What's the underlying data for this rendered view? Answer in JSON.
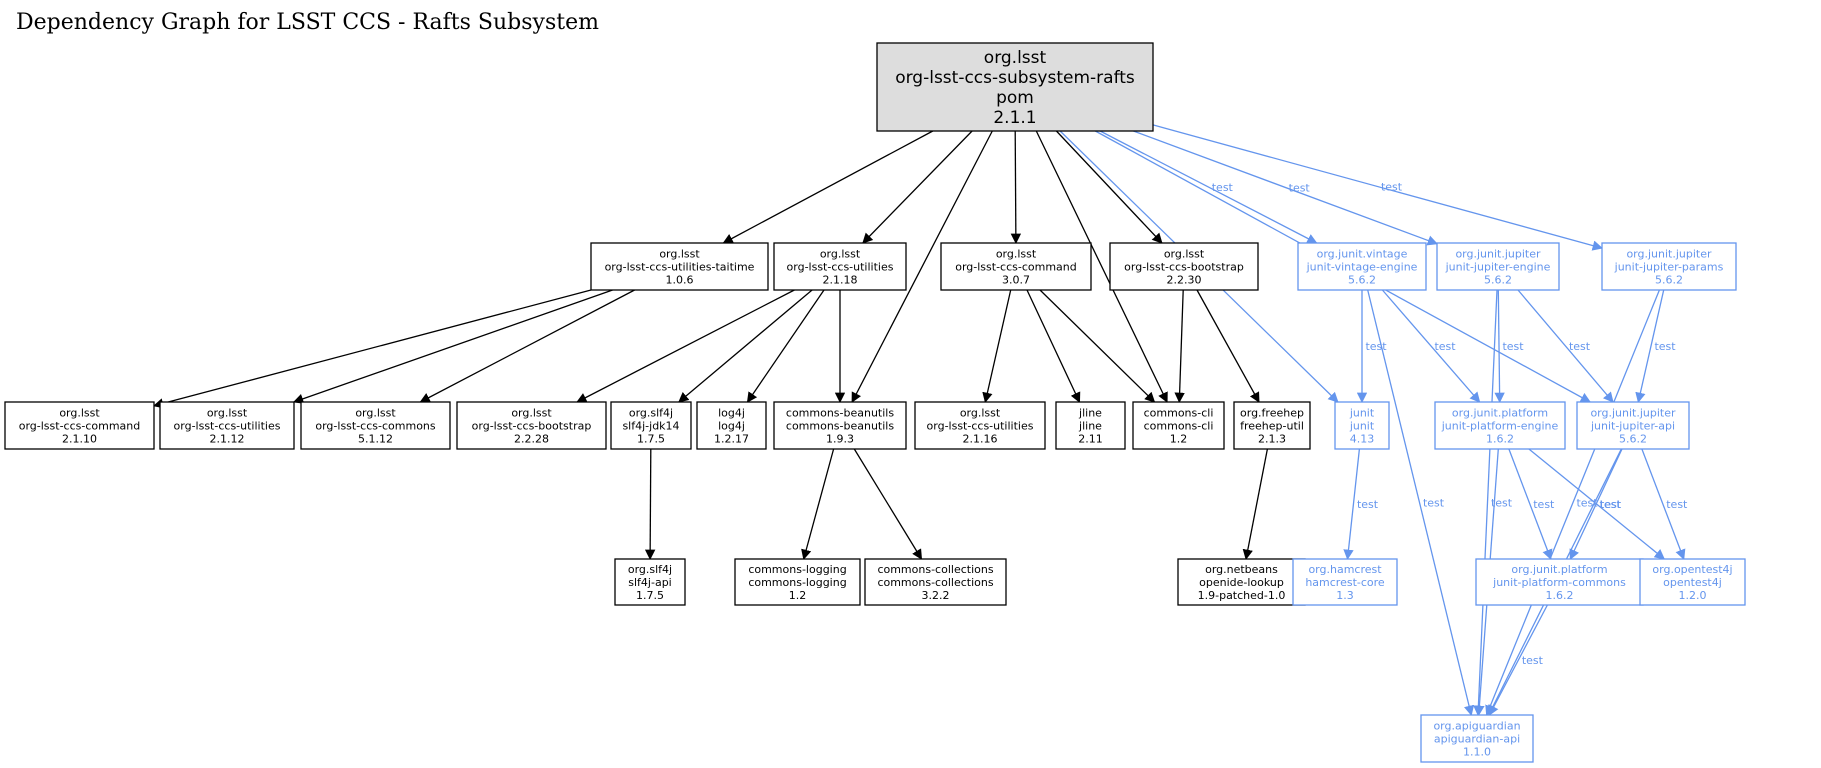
{
  "title": "Dependency Graph for LSST CCS - Rafts Subsystem",
  "colors": {
    "dependency": "#000000",
    "test": "#6495ed",
    "root_fill": "#dddddd"
  },
  "nodes": [
    {
      "id": "root",
      "lines": [
        "org.lsst",
        "org-lsst-ccs-subsystem-rafts",
        "pom",
        "2.1.1"
      ],
      "kind": "root"
    },
    {
      "id": "taitime",
      "lines": [
        "org.lsst",
        "org-lsst-ccs-utilities-taitime",
        "1.0.6"
      ],
      "kind": "compile"
    },
    {
      "id": "utilities",
      "lines": [
        "org.lsst",
        "org-lsst-ccs-utilities",
        "2.1.18"
      ],
      "kind": "compile"
    },
    {
      "id": "command",
      "lines": [
        "org.lsst",
        "org-lsst-ccs-command",
        "3.0.7"
      ],
      "kind": "compile"
    },
    {
      "id": "bootstrap",
      "lines": [
        "org.lsst",
        "org-lsst-ccs-bootstrap",
        "2.2.30"
      ],
      "kind": "compile"
    },
    {
      "id": "vintage",
      "lines": [
        "org.junit.vintage",
        "junit-vintage-engine",
        "5.6.2"
      ],
      "kind": "test"
    },
    {
      "id": "jupengine",
      "lines": [
        "org.junit.jupiter",
        "junit-jupiter-engine",
        "5.6.2"
      ],
      "kind": "test"
    },
    {
      "id": "jupparams",
      "lines": [
        "org.junit.jupiter",
        "junit-jupiter-params",
        "5.6.2"
      ],
      "kind": "test"
    },
    {
      "id": "command2110",
      "lines": [
        "org.lsst",
        "org-lsst-ccs-command",
        "2.1.10"
      ],
      "kind": "compile"
    },
    {
      "id": "utilities2112",
      "lines": [
        "org.lsst",
        "org-lsst-ccs-utilities",
        "2.1.12"
      ],
      "kind": "compile"
    },
    {
      "id": "commons5112",
      "lines": [
        "org.lsst",
        "org-lsst-ccs-commons",
        "5.1.12"
      ],
      "kind": "compile"
    },
    {
      "id": "bootstrap2228",
      "lines": [
        "org.lsst",
        "org-lsst-ccs-bootstrap",
        "2.2.28"
      ],
      "kind": "compile"
    },
    {
      "id": "slf4jjdk",
      "lines": [
        "org.slf4j",
        "slf4j-jdk14",
        "1.7.5"
      ],
      "kind": "compile"
    },
    {
      "id": "log4j",
      "lines": [
        "log4j",
        "log4j",
        "1.2.17"
      ],
      "kind": "compile"
    },
    {
      "id": "beanutils",
      "lines": [
        "commons-beanutils",
        "commons-beanutils",
        "1.9.3"
      ],
      "kind": "compile"
    },
    {
      "id": "utilities2116",
      "lines": [
        "org.lsst",
        "org-lsst-ccs-utilities",
        "2.1.16"
      ],
      "kind": "compile"
    },
    {
      "id": "jline",
      "lines": [
        "jline",
        "jline",
        "2.11"
      ],
      "kind": "compile"
    },
    {
      "id": "commonscli",
      "lines": [
        "commons-cli",
        "commons-cli",
        "1.2"
      ],
      "kind": "compile"
    },
    {
      "id": "freehep",
      "lines": [
        "org.freehep",
        "freehep-util",
        "2.1.3"
      ],
      "kind": "compile"
    },
    {
      "id": "junit",
      "lines": [
        "junit",
        "junit",
        "4.13"
      ],
      "kind": "test"
    },
    {
      "id": "platengine",
      "lines": [
        "org.junit.platform",
        "junit-platform-engine",
        "1.6.2"
      ],
      "kind": "test"
    },
    {
      "id": "jupapi",
      "lines": [
        "org.junit.jupiter",
        "junit-jupiter-api",
        "5.6.2"
      ],
      "kind": "test"
    },
    {
      "id": "slf4japi",
      "lines": [
        "org.slf4j",
        "slf4j-api",
        "1.7.5"
      ],
      "kind": "compile"
    },
    {
      "id": "logging",
      "lines": [
        "commons-logging",
        "commons-logging",
        "1.2"
      ],
      "kind": "compile"
    },
    {
      "id": "collections",
      "lines": [
        "commons-collections",
        "commons-collections",
        "3.2.2"
      ],
      "kind": "compile"
    },
    {
      "id": "openide",
      "lines": [
        "org.netbeans",
        "openide-lookup",
        "1.9-patched-1.0"
      ],
      "kind": "compile"
    },
    {
      "id": "hamcrest",
      "lines": [
        "org.hamcrest",
        "hamcrest-core",
        "1.3"
      ],
      "kind": "test"
    },
    {
      "id": "platcommons",
      "lines": [
        "org.junit.platform",
        "junit-platform-commons",
        "1.6.2"
      ],
      "kind": "test"
    },
    {
      "id": "opentest4j",
      "lines": [
        "org.opentest4j",
        "opentest4j",
        "1.2.0"
      ],
      "kind": "test"
    },
    {
      "id": "apiguardian",
      "lines": [
        "org.apiguardian",
        "apiguardian-api",
        "1.1.0"
      ],
      "kind": "test"
    }
  ],
  "edges": [
    {
      "from": "root",
      "to": "taitime",
      "label": ""
    },
    {
      "from": "root",
      "to": "utilities",
      "label": ""
    },
    {
      "from": "root",
      "to": "beanutils",
      "label": ""
    },
    {
      "from": "root",
      "to": "command",
      "label": ""
    },
    {
      "from": "root",
      "to": "commonscli",
      "label": ""
    },
    {
      "from": "root",
      "to": "bootstrap",
      "label": ""
    },
    {
      "from": "root",
      "to": "junit",
      "label": "test"
    },
    {
      "from": "root",
      "to": "vintage",
      "label": "test"
    },
    {
      "from": "root",
      "to": "jupengine",
      "label": "test"
    },
    {
      "from": "root",
      "to": "jupapi",
      "label": "test"
    },
    {
      "from": "root",
      "to": "jupparams",
      "label": "test"
    },
    {
      "from": "taitime",
      "to": "command2110",
      "label": ""
    },
    {
      "from": "taitime",
      "to": "utilities2112",
      "label": ""
    },
    {
      "from": "taitime",
      "to": "commons5112",
      "label": ""
    },
    {
      "from": "utilities",
      "to": "bootstrap2228",
      "label": ""
    },
    {
      "from": "utilities",
      "to": "slf4jjdk",
      "label": ""
    },
    {
      "from": "utilities",
      "to": "log4j",
      "label": ""
    },
    {
      "from": "utilities",
      "to": "beanutils",
      "label": ""
    },
    {
      "from": "command",
      "to": "utilities2116",
      "label": ""
    },
    {
      "from": "command",
      "to": "jline",
      "label": ""
    },
    {
      "from": "command",
      "to": "commonscli",
      "label": ""
    },
    {
      "from": "bootstrap",
      "to": "commonscli",
      "label": ""
    },
    {
      "from": "bootstrap",
      "to": "freehep",
      "label": ""
    },
    {
      "from": "slf4jjdk",
      "to": "slf4japi",
      "label": ""
    },
    {
      "from": "beanutils",
      "to": "logging",
      "label": ""
    },
    {
      "from": "beanutils",
      "to": "collections",
      "label": ""
    },
    {
      "from": "freehep",
      "to": "openide",
      "label": ""
    },
    {
      "from": "vintage",
      "to": "junit",
      "label": "test"
    },
    {
      "from": "vintage",
      "to": "platengine",
      "label": "test"
    },
    {
      "from": "vintage",
      "to": "apiguardian",
      "label": "test"
    },
    {
      "from": "jupengine",
      "to": "platengine",
      "label": "test"
    },
    {
      "from": "jupengine",
      "to": "jupapi",
      "label": "test"
    },
    {
      "from": "jupengine",
      "to": "apiguardian",
      "label": "test"
    },
    {
      "from": "jupparams",
      "to": "jupapi",
      "label": "test"
    },
    {
      "from": "jupparams",
      "to": "apiguardian",
      "label": "test"
    },
    {
      "from": "junit",
      "to": "hamcrest",
      "label": "test"
    },
    {
      "from": "platengine",
      "to": "platcommons",
      "label": "test"
    },
    {
      "from": "platengine",
      "to": "opentest4j",
      "label": "test"
    },
    {
      "from": "platengine",
      "to": "apiguardian",
      "label": "test"
    },
    {
      "from": "jupapi",
      "to": "platcommons",
      "label": "test"
    },
    {
      "from": "jupapi",
      "to": "opentest4j",
      "label": "test"
    },
    {
      "from": "jupapi",
      "to": "apiguardian",
      "label": "test"
    },
    {
      "from": "platcommons",
      "to": "apiguardian",
      "label": "test"
    }
  ]
}
